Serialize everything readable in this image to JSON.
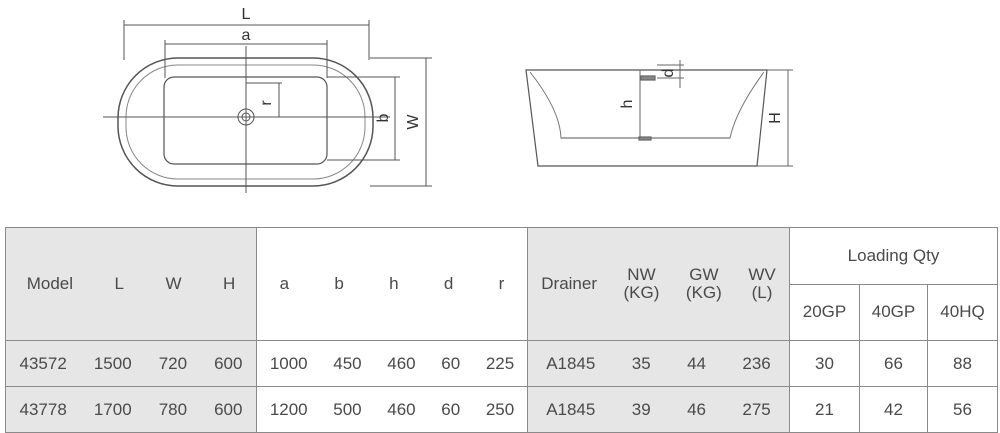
{
  "drawing": {
    "top_view_labels": [
      "L",
      "a",
      "r",
      "b",
      "W"
    ],
    "side_view_labels": [
      "d",
      "h",
      "H"
    ]
  },
  "table": {
    "group1_headers": [
      "Model",
      "L",
      "W",
      "H"
    ],
    "group2_headers": [
      "a",
      "b",
      "h",
      "d",
      "r"
    ],
    "group3_headers": [
      "Drainer",
      "NW\n(KG)",
      "GW\n(KG)",
      "WV\n(L)"
    ],
    "group4_title": "Loading Qty",
    "group4_headers": [
      "20GP",
      "40GP",
      "40HQ"
    ],
    "rows": [
      {
        "g1": [
          "43572",
          "1500",
          "720",
          "600"
        ],
        "g2": [
          "1000",
          "450",
          "460",
          "60",
          "225"
        ],
        "g3": [
          "A1845",
          "35",
          "44",
          "236"
        ],
        "g4": [
          "30",
          "66",
          "88"
        ]
      },
      {
        "g1": [
          "43778",
          "1700",
          "780",
          "600"
        ],
        "g2": [
          "1200",
          "500",
          "460",
          "60",
          "250"
        ],
        "g3": [
          "A1845",
          "39",
          "46",
          "275"
        ],
        "g4": [
          "21",
          "42",
          "56"
        ]
      }
    ]
  }
}
